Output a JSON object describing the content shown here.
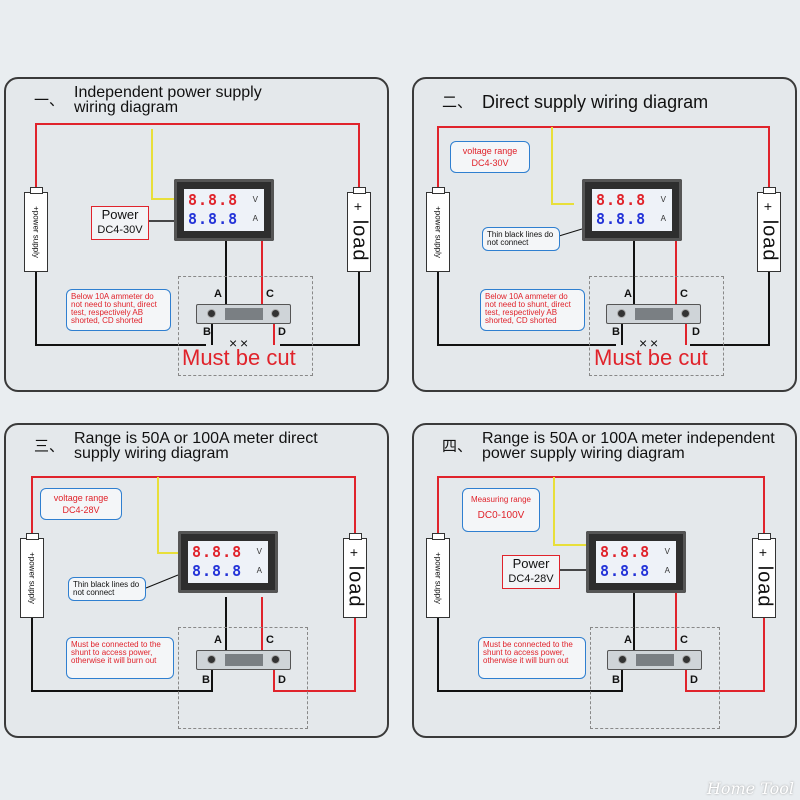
{
  "panels": [
    {
      "num": "一、",
      "title_line1": "Independent power supply",
      "title_line2": "wiring diagram",
      "supply_label": "+power supply",
      "load_plus": "+",
      "load_label": "load",
      "meter": {
        "volt": "8.8.8",
        "volt_unit": "V",
        "amp": "8.8.8",
        "amp_unit": "A"
      },
      "power_box": {
        "line1": "Power",
        "line2": "DC4-30V"
      },
      "callout": "Below 10A ammeter do not need to shunt, direct test, respectively AB shorted, CD shorted",
      "terminals": {
        "a": "A",
        "b": "B",
        "c": "C",
        "d": "D"
      },
      "x": "×",
      "must_cut": "Must be cut"
    },
    {
      "num": "二、",
      "title_line1": "Direct supply wiring diagram",
      "supply_label": "+power supply",
      "load_plus": "+",
      "load_label": "load",
      "meter": {
        "volt": "8.8.8",
        "volt_unit": "V",
        "amp": "8.8.8",
        "amp_unit": "A"
      },
      "voltage_box": {
        "line1": "voltage range",
        "line2": "DC4-30V"
      },
      "thin_black": "Thin black lines do not connect",
      "callout": "Below 10A ammeter do not need to shunt, direct test, respectively AB shorted, CD shorted",
      "terminals": {
        "a": "A",
        "b": "B",
        "c": "C",
        "d": "D"
      },
      "x": "×",
      "must_cut": "Must be cut"
    },
    {
      "num": "三、",
      "title_line1": "Range is 50A or 100A meter direct",
      "title_line2": "supply wiring diagram",
      "supply_label": "+power supply",
      "load_plus": "+",
      "load_label": "load",
      "meter": {
        "volt": "8.8.8",
        "volt_unit": "V",
        "amp": "8.8.8",
        "amp_unit": "A"
      },
      "voltage_box": {
        "line1": "voltage range",
        "line2": "DC4-28V"
      },
      "thin_black": "Thin black lines do not connect",
      "callout": "Must be connected to the shunt to access power, otherwise it will burn out",
      "terminals": {
        "a": "A",
        "b": "B",
        "c": "C",
        "d": "D"
      }
    },
    {
      "num": "四、",
      "title_line1": "Range is 50A or 100A meter independent",
      "title_line2": "power supply wiring diagram",
      "supply_label": "+power supply",
      "load_plus": "+",
      "load_label": "load",
      "meter": {
        "volt": "8.8.8",
        "volt_unit": "V",
        "amp": "8.8.8",
        "amp_unit": "A"
      },
      "measuring_box": {
        "line1": "Measuring range",
        "line2": "DC0-100V"
      },
      "power_box": {
        "line1": "Power",
        "line2": "DC4-28V"
      },
      "callout": "Must be connected to the shunt to access power, otherwise it will burn out",
      "terminals": {
        "a": "A",
        "b": "B",
        "c": "C",
        "d": "D"
      }
    }
  ],
  "watermark": "Home Tool",
  "colors": {
    "wire_red": "#e0232b",
    "wire_yellow": "#e8df3a",
    "wire_black": "#111111",
    "callout_border": "#2f7fd0"
  }
}
